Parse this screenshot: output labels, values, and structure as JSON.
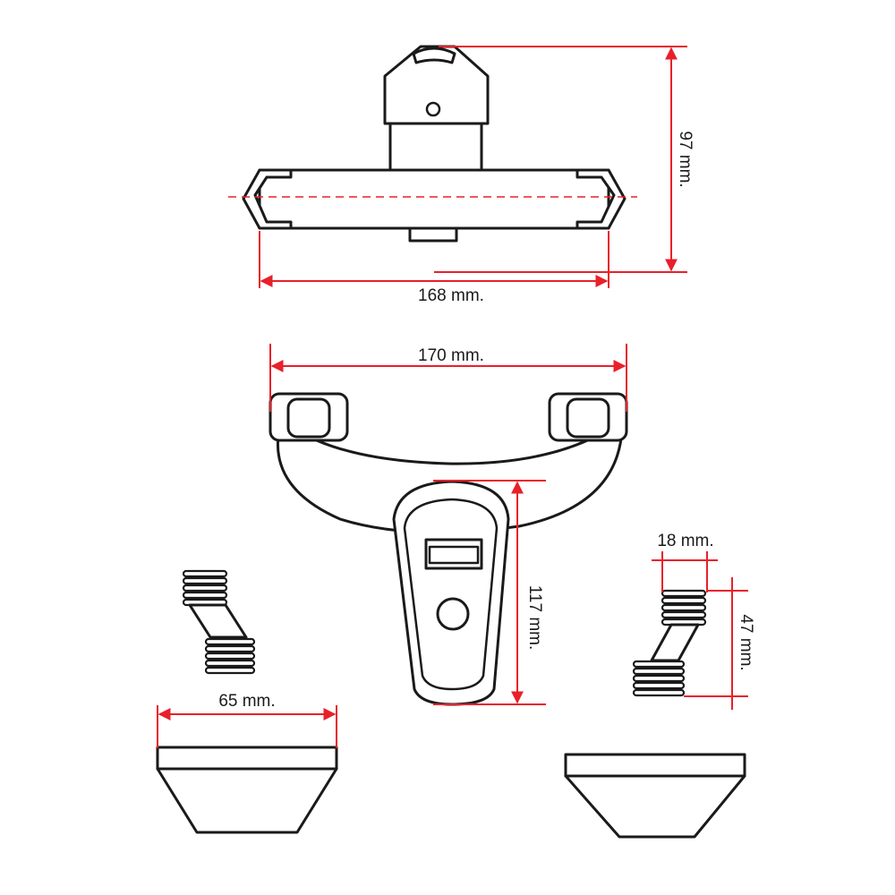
{
  "dimensions": {
    "height_top": "97 mm.",
    "width_top": "168 mm.",
    "width_front": "170 mm.",
    "height_lever": "117 mm.",
    "connector_width": "18 mm.",
    "connector_height": "47 mm.",
    "flange_width": "65 mm."
  },
  "colors": {
    "dimension_line": "#e8202a",
    "outline": "#1a1a1a",
    "background": "#ffffff"
  }
}
